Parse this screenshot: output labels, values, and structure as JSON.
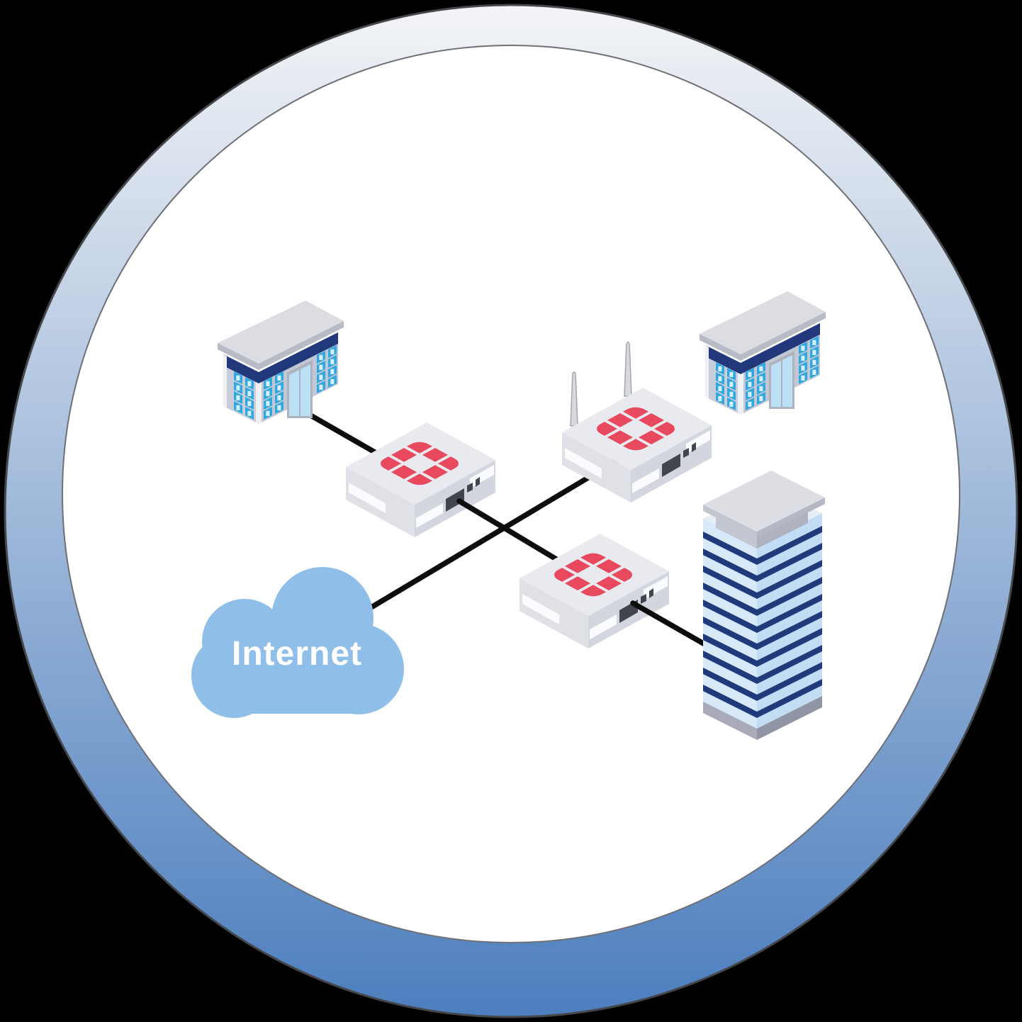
{
  "badge": {
    "shape": "circle",
    "ring_top": "#F3F4F6",
    "ring_bottom": "#4C7EBE",
    "inner_fill": "#FFFFFF"
  },
  "cloud": {
    "label": "Internet"
  },
  "nodes": [
    {
      "id": "building-left",
      "type": "office-building"
    },
    {
      "id": "building-right",
      "type": "office-building"
    },
    {
      "id": "firewall-1",
      "type": "firewall-appliance",
      "brand_logo": "fortinet-emblem"
    },
    {
      "id": "firewall-wifi",
      "type": "wireless-firewall-appliance",
      "brand_logo": "fortinet-emblem",
      "antennas": 2
    },
    {
      "id": "firewall-2",
      "type": "firewall-appliance",
      "brand_logo": "fortinet-emblem"
    },
    {
      "id": "datacenter-tower",
      "type": "high-rise-building"
    },
    {
      "id": "internet-cloud",
      "type": "cloud",
      "label": "Internet"
    }
  ],
  "links": [
    {
      "from": "building-left",
      "to": "firewall-1"
    },
    {
      "from": "firewall-1",
      "to": "firewall-2"
    },
    {
      "from": "internet-cloud",
      "to": "firewall-wifi"
    },
    {
      "from": "firewall-2",
      "to": "datacenter-tower"
    }
  ],
  "colors": {
    "inner_fill": "#FFFFFF",
    "line": "#0D0D0D",
    "cloud": "#8FBFE9",
    "cloud_text": "#FFFFFF",
    "fw_top": "#E9EAEF",
    "fw_left": "#DFE1E7",
    "fw_right": "#D3D6DE",
    "fw_slot": "#FAFBFD",
    "fw_port": "#43454E",
    "logo_red": "#E9495E",
    "antenna_fill": "#D7D9DF",
    "antenna_stroke": "#A3A6B0",
    "bld_left": "#C8CDD9",
    "bld_right": "#C2C7D3",
    "bld_band": "#21397B",
    "bld_window": "#2FA8E0",
    "bld_pane": "#D6EFFA",
    "bld_pillar": "#EEF0F5",
    "bld_door_frame": "#AEB3BF",
    "bld_door_glass": "#B9E0F3",
    "roof_top": "#DBDDE3",
    "roof_edge": "#B7BBC6",
    "sky_left": "#D7E8F8",
    "sky_right": "#C2DCF3",
    "sky_stripe": "#1F3B7C",
    "sky_top": "#E6EDF5",
    "sky_base_left": "#A7ACB8",
    "sky_base_right": "#9096A3",
    "sky_parapet_left": "#C3C7D1",
    "sky_parapet_right": "#ADB2BE",
    "slab_top": "#DCDEE4",
    "slab_edge_left": "#C2C5CE",
    "slab_edge_right": "#B4B8C3"
  }
}
